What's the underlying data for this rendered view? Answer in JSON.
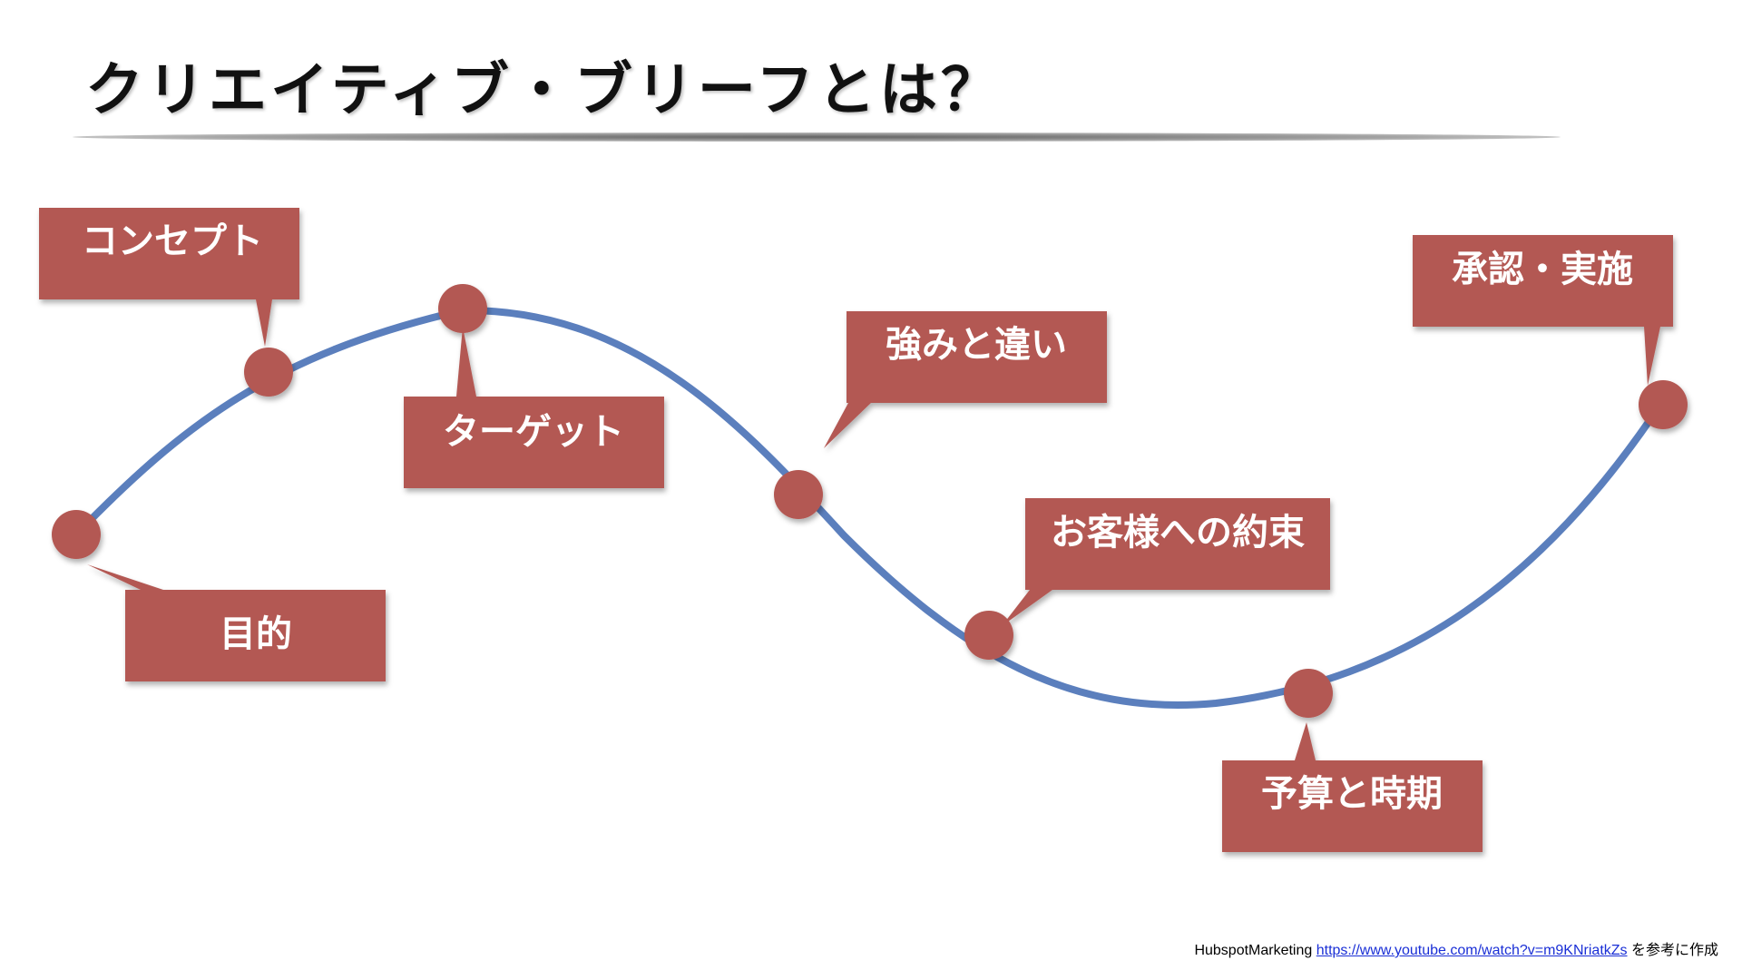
{
  "title": "クリエイティブ・ブリーフとは？",
  "colors": {
    "curve": "#5b7fbd",
    "node": "#b35852",
    "label_bg": "#b35852",
    "label_text": "#ffffff"
  },
  "steps": [
    {
      "id": "purpose",
      "label": "目的"
    },
    {
      "id": "concept",
      "label": "コンセプト"
    },
    {
      "id": "target",
      "label": "ターゲット"
    },
    {
      "id": "strengths",
      "label": "強みと違い"
    },
    {
      "id": "promise",
      "label": "お客様への約束"
    },
    {
      "id": "budget",
      "label": "予算と時期"
    },
    {
      "id": "approval",
      "label": "承認・実施"
    }
  ],
  "footer": {
    "source": "HubspotMarketing",
    "link_text": "https://www.youtube.com/watch?v=m9KNriatkZs",
    "suffix": "を参考に作成"
  }
}
